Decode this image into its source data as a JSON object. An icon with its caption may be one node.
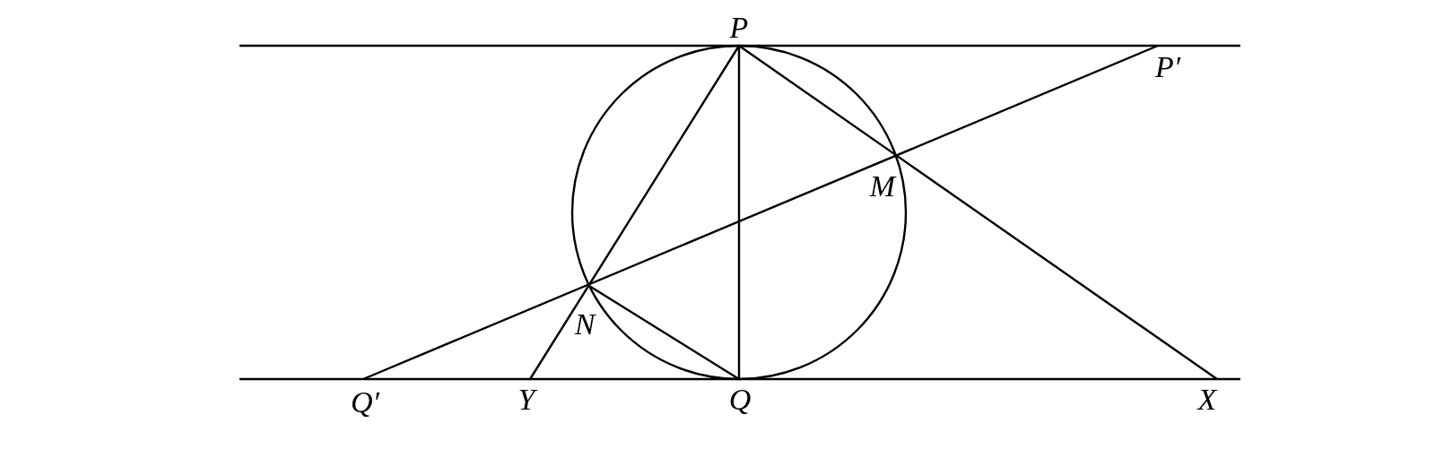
{
  "diagram": {
    "labels": [
      "P",
      "P′",
      "M",
      "N",
      "Q′",
      "Y",
      "Q",
      "X"
    ]
  }
}
